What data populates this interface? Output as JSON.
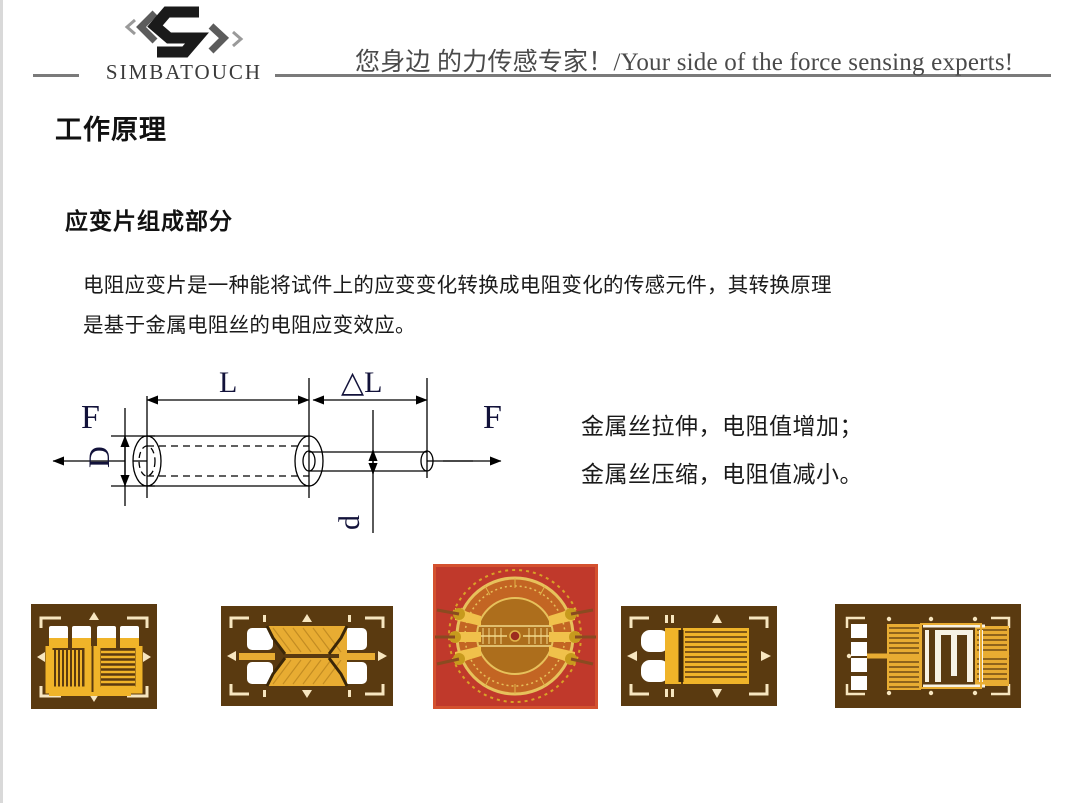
{
  "header": {
    "logo_word": "SIMBATOUCH",
    "logo_icon": "simbatouch-s-wave-logo",
    "tagline_cn": "您身边 的力传感专家！",
    "tagline_en": "/Your side of the force sensing experts!",
    "rule_color": "#7a7a7a",
    "text_color": "#4a4a4a"
  },
  "content": {
    "section_title": "工作原理",
    "subsection_title": "应变片组成部分",
    "paragraph_line1": "电阻应变片是一种能将试件上的应变变化转换成电阻变化的传感元件，其转换原理",
    "paragraph_line2": "是基于金属电阻丝的电阻应变效应。",
    "note_line1": "金属丝拉伸，电阻值增加；",
    "note_line2": "金属丝压缩，电阻值减小。"
  },
  "diagram": {
    "name": "wire-elongation-diagram",
    "labels": {
      "force_left": "F",
      "force_right": "F",
      "length": "L",
      "delta_length": "△L",
      "diameter_original": "D",
      "diameter_stretched": "d"
    },
    "line_color": "#000000",
    "label_color": "#1a1a2e"
  },
  "gauges": {
    "caption": "strain-gauge-photo-strip",
    "items": [
      {
        "name": "strain-gauge-dual-grid",
        "type": "dual-element-grid",
        "substrate_color": "#5a3a10",
        "foil_color": "#f0b429",
        "marker_color": "#ffffff"
      },
      {
        "name": "strain-gauge-shear-pattern",
        "type": "shear-rosette",
        "substrate_color": "#5a3a10",
        "foil_color": "#e8ac32",
        "marker_color": "#ffffff"
      },
      {
        "name": "strain-gauge-circular-diaphragm",
        "type": "circular-diaphragm-rosette",
        "substrate_color": "#c0392b",
        "foil_color": "#d4a017",
        "marker_color": "#f5d76e"
      },
      {
        "name": "strain-gauge-single-grid",
        "type": "single-element-grid",
        "substrate_color": "#5a3a10",
        "foil_color": "#f0b429",
        "marker_color": "#ffffff"
      },
      {
        "name": "strain-gauge-bridge-pattern",
        "type": "full-bridge-pattern",
        "substrate_color": "#5a3a10",
        "foil_color": "#e8ac32",
        "marker_color": "#ffffff"
      }
    ]
  }
}
